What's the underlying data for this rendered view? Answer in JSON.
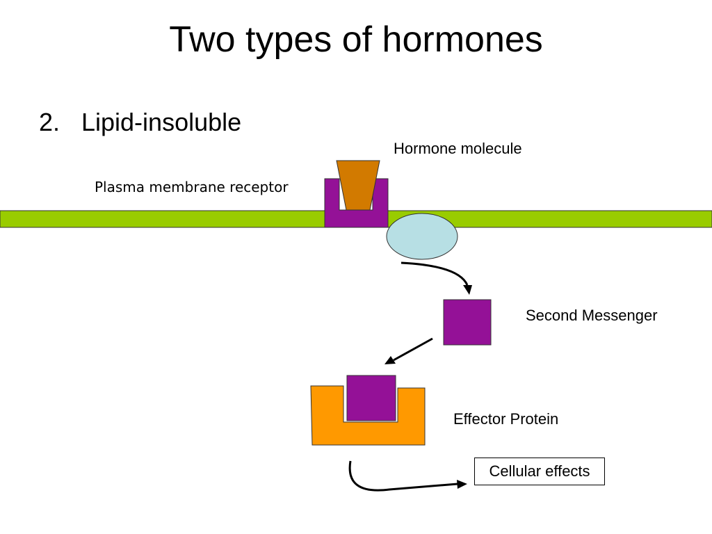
{
  "title": "Two types of hormones",
  "list_item": {
    "number": "2.",
    "text": "Lipid-insoluble"
  },
  "labels": {
    "hormone_molecule": "Hormone molecule",
    "plasma_membrane_receptor": "Plasma membrane receptor",
    "second_messenger": "Second Messenger",
    "effector_protein": "Effector Protein",
    "cellular_effects": "Cellular effects"
  },
  "colors": {
    "membrane": "#99cc00",
    "receptor": "#941197",
    "hormone": "#d27a00",
    "g_protein": "#b7dfe4",
    "effector": "#ff9900",
    "second_messenger": "#941197"
  }
}
